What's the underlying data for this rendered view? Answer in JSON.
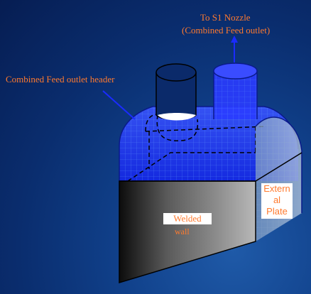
{
  "labels": {
    "top_line1": "To S1 Nozzle",
    "top_line2": "(Combined Feed outlet)",
    "header": "Combined Feed outlet header",
    "welded": "Welded",
    "wall": "wall",
    "plate_line1": "Extern",
    "plate_line2": "al",
    "plate_line3": "Plate"
  },
  "colors": {
    "background": "#0a2d6e",
    "label_text": "#ff7a2e",
    "header_blue": "#1a2bff",
    "wall_dark": "#333333"
  }
}
